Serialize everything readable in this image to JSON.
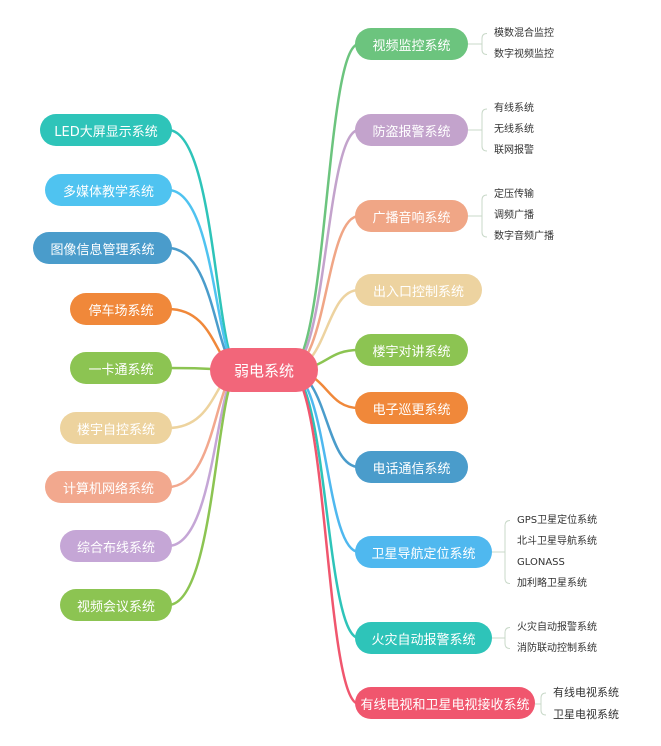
{
  "center": {
    "label": "弱电系统",
    "color": "#f2667a"
  },
  "left": [
    {
      "label": "LED大屏显示系统",
      "color": "#2ec4b9"
    },
    {
      "label": "多媒体教学系统",
      "color": "#4fc3f0"
    },
    {
      "label": "图像信息管理系统",
      "color": "#4a9ccb"
    },
    {
      "label": "停车场系统",
      "color": "#f0883a"
    },
    {
      "label": "一卡通系统",
      "color": "#8cc452"
    },
    {
      "label": "楼宇自控系统",
      "color": "#edd39e"
    },
    {
      "label": "计算机网络系统",
      "color": "#f2a88e"
    },
    {
      "label": "综合布线系统",
      "color": "#c5a6d6"
    },
    {
      "label": "视频会议系统",
      "color": "#8cc452"
    }
  ],
  "right": [
    {
      "label": "视频监控系统",
      "color": "#6cc47e",
      "children": [
        "模数混合监控",
        "数字视频监控"
      ]
    },
    {
      "label": "防盗报警系统",
      "color": "#c3a3cc",
      "children": [
        "有线系统",
        "无线系统",
        "联网报警"
      ]
    },
    {
      "label": "广播音响系统",
      "color": "#f0a686",
      "children": [
        "定压传输",
        "调频广播",
        "数字音频广播"
      ]
    },
    {
      "label": "出入口控制系统",
      "color": "#edd3a0",
      "children": []
    },
    {
      "label": "楼宇对讲系统",
      "color": "#8cc452",
      "children": []
    },
    {
      "label": "电子巡更系统",
      "color": "#f0883a",
      "children": []
    },
    {
      "label": "电话通信系统",
      "color": "#4a9ccb",
      "children": []
    },
    {
      "label": "卫星导航定位系统",
      "color": "#4fb8ef",
      "children": [
        "GPS卫星定位系统",
        "北斗卫星导航系统",
        "GLONASS",
        "加利略卫星系统"
      ]
    },
    {
      "label": "火灾自动报警系统",
      "color": "#2ec4b9",
      "children": [
        "火灾自动报警系统",
        "消防联动控制系统"
      ]
    },
    {
      "label": "有线电视和卫星电视接收系统",
      "color": "#f0566e",
      "children": [
        "有线电视系统",
        "卫星电视系统"
      ]
    }
  ]
}
